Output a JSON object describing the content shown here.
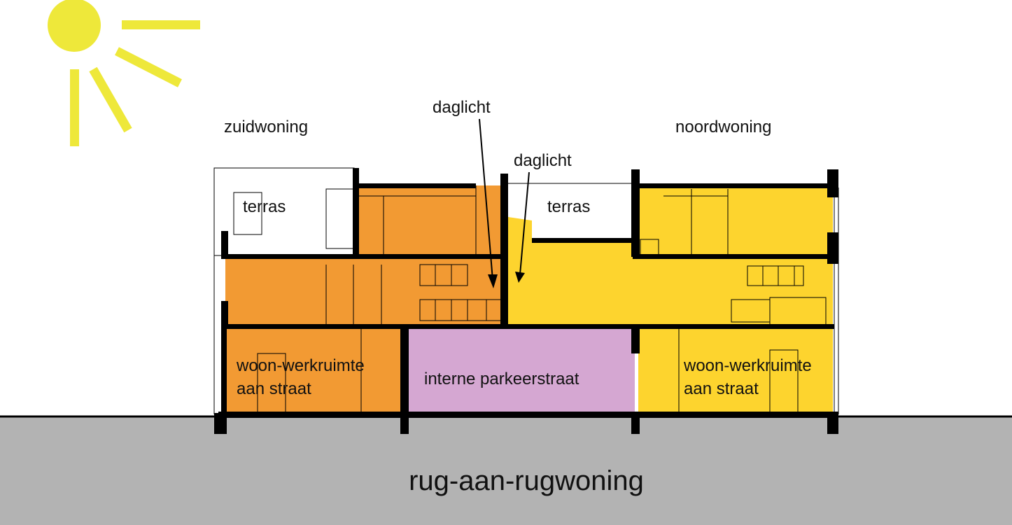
{
  "title": "rug-aan-rugwoning",
  "labels": {
    "south_dwelling": "zuidwoning",
    "north_dwelling": "noordwoning",
    "daylight_1": "daglicht",
    "daylight_2": "daglicht",
    "terrace_south": "terras",
    "terrace_north": "terras",
    "workspace_south_line1": "woon-werkruimte",
    "workspace_south_line2": "aan straat",
    "workspace_north_line1": "woon-werkruimte",
    "workspace_north_line2": "aan straat",
    "parking_street": "interne parkeerstraat"
  },
  "colors": {
    "sun": "#EEE83A",
    "south_fill": "#F29A33",
    "north_fill": "#FDD42E",
    "parking_fill": "#D5A7D2",
    "ground": "#B3B3B3",
    "walls": "#000000"
  },
  "icons": [
    "sun-icon"
  ]
}
